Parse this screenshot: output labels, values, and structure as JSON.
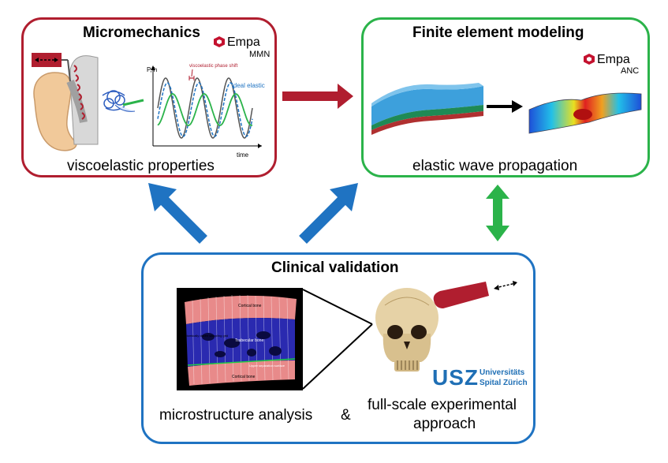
{
  "micromechanics": {
    "title": "Micromechanics",
    "caption": "viscoelastic properties",
    "brand": "Empa",
    "brand_sub": "MMN",
    "plot": {
      "y_label": "P, h",
      "x_label": "time",
      "annotation_shift": "viscoelastic phase shift",
      "annotation_elastic": "ideal elastic"
    }
  },
  "fem": {
    "title": "Finite element modeling",
    "caption": "elastic wave propagation",
    "brand": "Empa",
    "brand_sub": "ANC"
  },
  "clinical": {
    "title": "Clinical validation",
    "caption_left": "microstructure analysis",
    "ampersand": "&",
    "caption_right_1": "full-scale experimental",
    "caption_right_2": "approach",
    "micro_labels": {
      "cortical_top": "Cortical bone",
      "sampling": "anatomically driven sampling grid",
      "trabecular": "Trabecular bone",
      "separation": "Upper separation surface",
      "cortical_bottom": "Cortical bone"
    },
    "usz": {
      "logo": "USZ",
      "line1": "Universitäts",
      "line2": "Spital Zürich"
    }
  },
  "colors": {
    "micro_border": "#b01e2f",
    "fem_border": "#2bb34a",
    "clin_border": "#1f73c2"
  }
}
